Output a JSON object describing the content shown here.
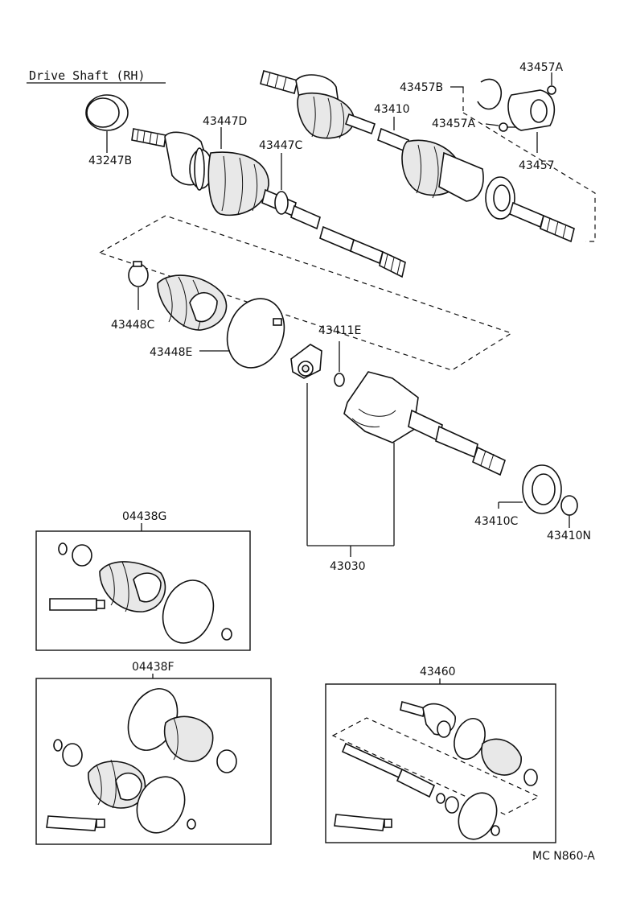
{
  "title": "Drive Shaft (RH)",
  "labels": {
    "p43247B": "43247B",
    "p43447D": "43447D",
    "p43447C": "43447C",
    "p43410": "43410",
    "p43457B": "43457B",
    "p43457A_top": "43457A",
    "p43457A_mid": "43457A",
    "p43457": "43457",
    "p43448C": "43448C",
    "p43448E": "43448E",
    "p43411E": "43411E",
    "p43410C": "43410C",
    "p43410N": "43410N",
    "p43030": "43030",
    "kit04438G": "04438G",
    "kit04438F": "04438F",
    "kit43460": "43460"
  },
  "figure_code": "MC N860-A"
}
